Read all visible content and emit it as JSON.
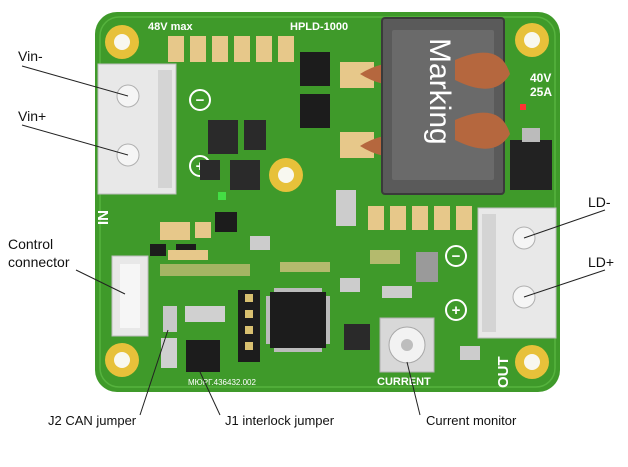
{
  "board": {
    "title": "HPLD-1000",
    "voltage_in": "48V max",
    "rating_voltage": "40V",
    "rating_current": "25A",
    "inductor_marking": "Marking",
    "input_side_label": "IN",
    "output_side_label": "OUT",
    "current_connector_label": "CURRENT",
    "part_number": "МЮРГ.436432.002"
  },
  "callouts": {
    "vin_minus": "Vin-",
    "vin_plus": "Vin+",
    "control_line1": "Control",
    "control_line2": "connector",
    "ld_minus": "LD-",
    "ld_plus": "LD+",
    "j2": "J2 CAN jumper",
    "j1": "J1 interlock jumper",
    "current_monitor": "Current monitor"
  },
  "symbols": {
    "minus": "−",
    "plus": "+"
  },
  "colors": {
    "pcb": "#3f9a2a",
    "pcb_dark": "#2f7d1f",
    "pad": "#e7c88a",
    "silk": "#ffffff",
    "connector": "#e8e8e8",
    "inductor_core": "#555555",
    "coil": "#b5673e"
  }
}
